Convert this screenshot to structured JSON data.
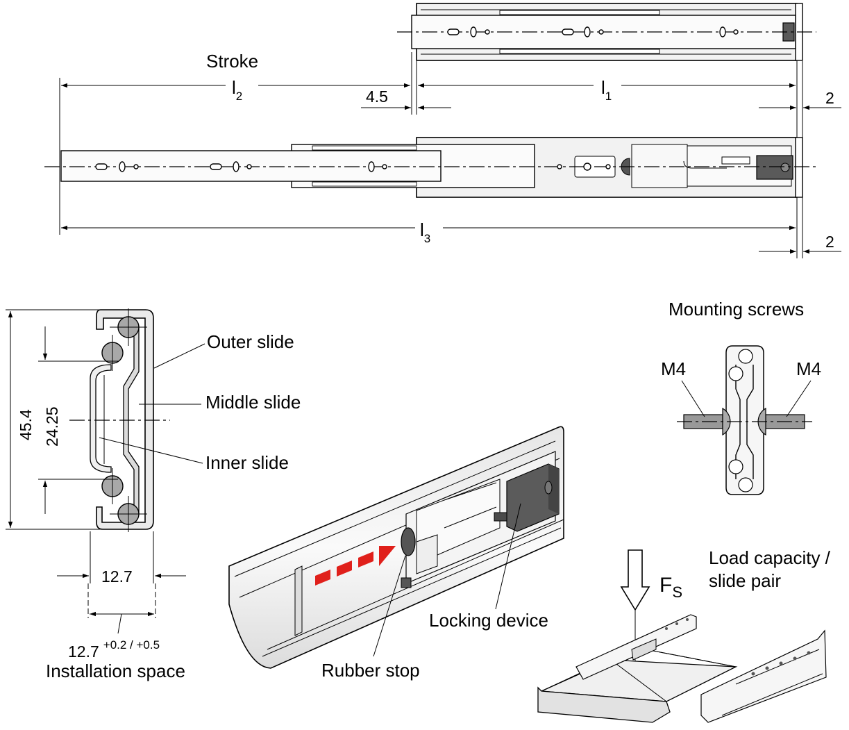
{
  "top_view": {
    "stroke_label": "Stroke",
    "l1_main": "l",
    "l1_sub": "1",
    "l2_main": "l",
    "l2_sub": "2",
    "l3_main": "l",
    "l3_sub": "3",
    "dim_4_5": "4.5",
    "dim_2_top": "2",
    "dim_2_bottom": "2"
  },
  "cross_section": {
    "dim_height": "45.4",
    "dim_hole_spacing": "24.25",
    "dim_width": "12.7",
    "install_value": "12.7",
    "install_tolerance": "+0.2 / +0.5",
    "install_label": "Installation space",
    "outer_slide": "Outer slide",
    "middle_slide": "Middle slide",
    "inner_slide": "Inner slide"
  },
  "mounting": {
    "title": "Mounting screws",
    "left_screw": "M4",
    "right_screw": "M4"
  },
  "detail": {
    "rubber_stop": "Rubber stop",
    "locking_device": "Locking device",
    "arrow_color": "#e0201b"
  },
  "load": {
    "force_main": "F",
    "force_sub": "S",
    "caption_line1": "Load capacity /",
    "caption_line2": "slide pair"
  }
}
